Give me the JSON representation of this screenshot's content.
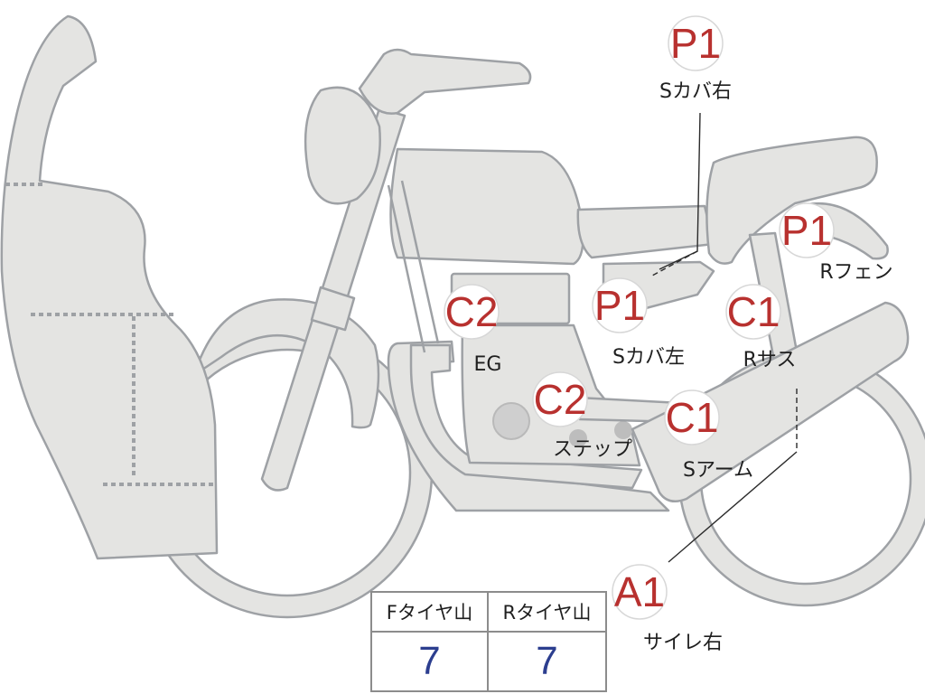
{
  "markers": [
    {
      "code": "P1",
      "label": "Sカバ右"
    },
    {
      "code": "P1",
      "label": "Rフェン"
    },
    {
      "code": "C2",
      "label": "EG"
    },
    {
      "code": "P1",
      "label": "Sカバ左"
    },
    {
      "code": "C1",
      "label": "Rサス"
    },
    {
      "code": "C2",
      "label": "ステップ"
    },
    {
      "code": "C1",
      "label": "Sアーム"
    },
    {
      "code": "A1",
      "label": "サイレ右"
    }
  ],
  "tire_table": {
    "headers": [
      "Fタイヤ山",
      "Rタイヤ山"
    ],
    "values": [
      "7",
      "7"
    ]
  },
  "colors": {
    "marker_code": "#b8312f",
    "tire_value": "#2c3e8f",
    "bike_fill": "#e4e4e2",
    "bike_outline": "#9ea1a5"
  }
}
